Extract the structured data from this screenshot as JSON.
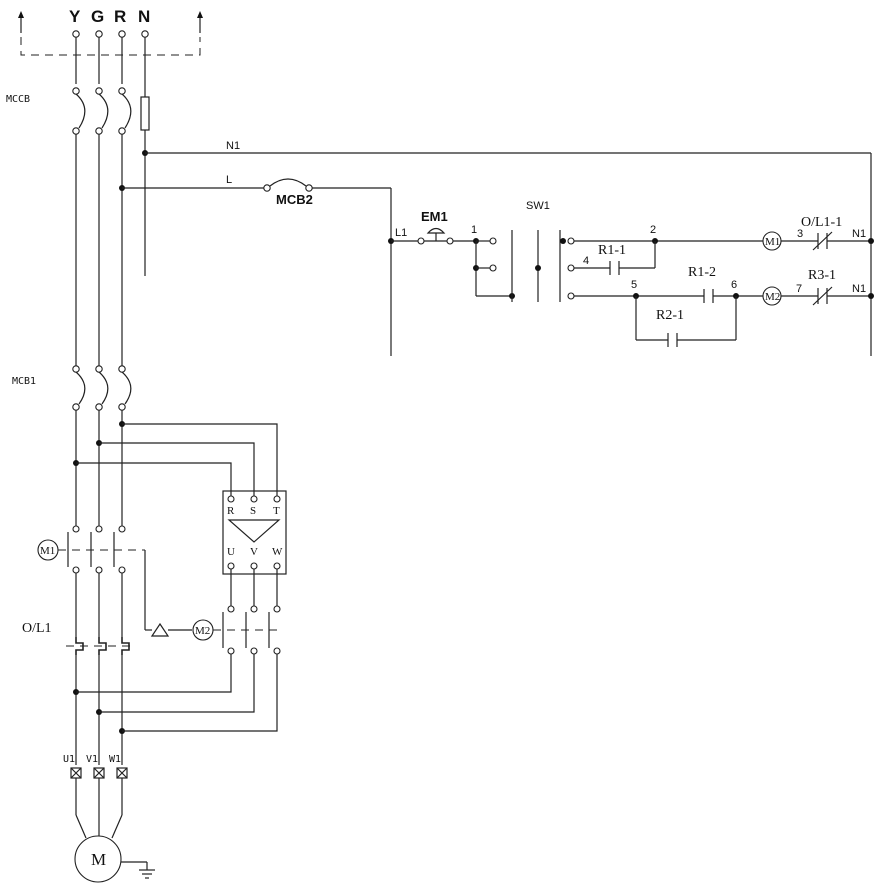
{
  "supply": {
    "phase_y": "Y",
    "phase_g": "G",
    "phase_r": "R",
    "neutral": "N"
  },
  "breakers": {
    "mccb": "MCCB",
    "mcb1": "MCB1",
    "mcb2": "MCB2"
  },
  "lines": {
    "n1": "N1",
    "l": "L",
    "l1": "L1"
  },
  "control": {
    "em1": "EM1",
    "sw1": "SW1",
    "node_1": "1",
    "node_2": "2",
    "node_3": "3",
    "node_4": "4",
    "node_5": "5",
    "node_6": "6",
    "node_7": "7",
    "r1_1": "R1-1",
    "r1_2": "R1-2",
    "r2_1": "R2-1",
    "r3_1": "R3-1",
    "ol1_1": "O/L1-1",
    "n1_a": "N1",
    "n1_b": "N1"
  },
  "power": {
    "m1": "M1",
    "m2": "M2",
    "ol1": "O/L1",
    "u1": "U1",
    "v1": "V1",
    "w1": "W1",
    "motor": "M",
    "drive_r": "R",
    "drive_s": "S",
    "drive_t": "T",
    "drive_u": "U",
    "drive_v": "V",
    "drive_w": "W"
  }
}
